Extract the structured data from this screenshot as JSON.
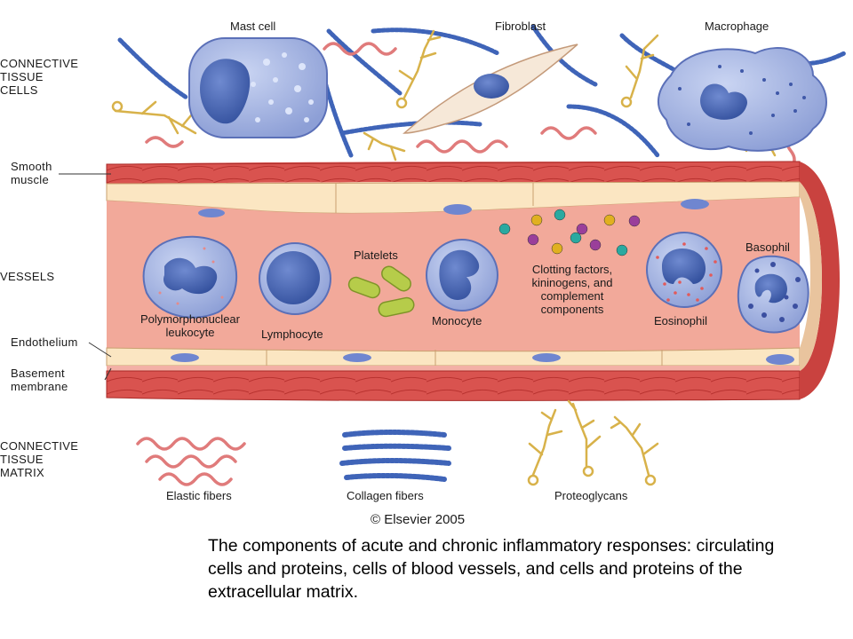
{
  "sections": {
    "connective_tissue_cells": "CONNECTIVE\nTISSUE\nCELLS",
    "vessels": "VESSELS",
    "connective_tissue_matrix": "CONNECTIVE\nTISSUE\nMATRIX"
  },
  "layers": {
    "smooth_muscle": "Smooth\nmuscle",
    "endothelium": "Endothelium",
    "basement_membrane": "Basement\nmembrane"
  },
  "tissue_cells": {
    "mast_cell": "Mast cell",
    "fibroblast": "Fibroblast",
    "macrophage": "Macrophage"
  },
  "blood_components": {
    "pmn": "Polymorphonuclear\nleukocyte",
    "lymphocyte": "Lymphocyte",
    "platelets": "Platelets",
    "monocyte": "Monocyte",
    "clotting": "Clotting factors,\nkininogens, and\ncomplement\ncomponents",
    "eosinophil": "Eosinophil",
    "basophil": "Basophil"
  },
  "matrix": {
    "elastic": "Elastic fibers",
    "collagen": "Collagen fibers",
    "proteoglycans": "Proteoglycans"
  },
  "copyright": "© Elsevier 2005",
  "caption": "The components of acute and chronic inflammatory responses: circulating cells and proteins, cells of blood vessels, and cells and proteins of the extracellular matrix.",
  "colors": {
    "muscle": "#d9534f",
    "vessel_lumen": "#f2a99a",
    "endothelium": "#fbe6c2",
    "cell_fill": "#aebde8",
    "nucleus": "#4a67b5",
    "elastic": "#e07b7b",
    "collagen": "#3f64b8",
    "proteoglycan": "#d8b24a",
    "platelet": "#b6cc4a"
  }
}
